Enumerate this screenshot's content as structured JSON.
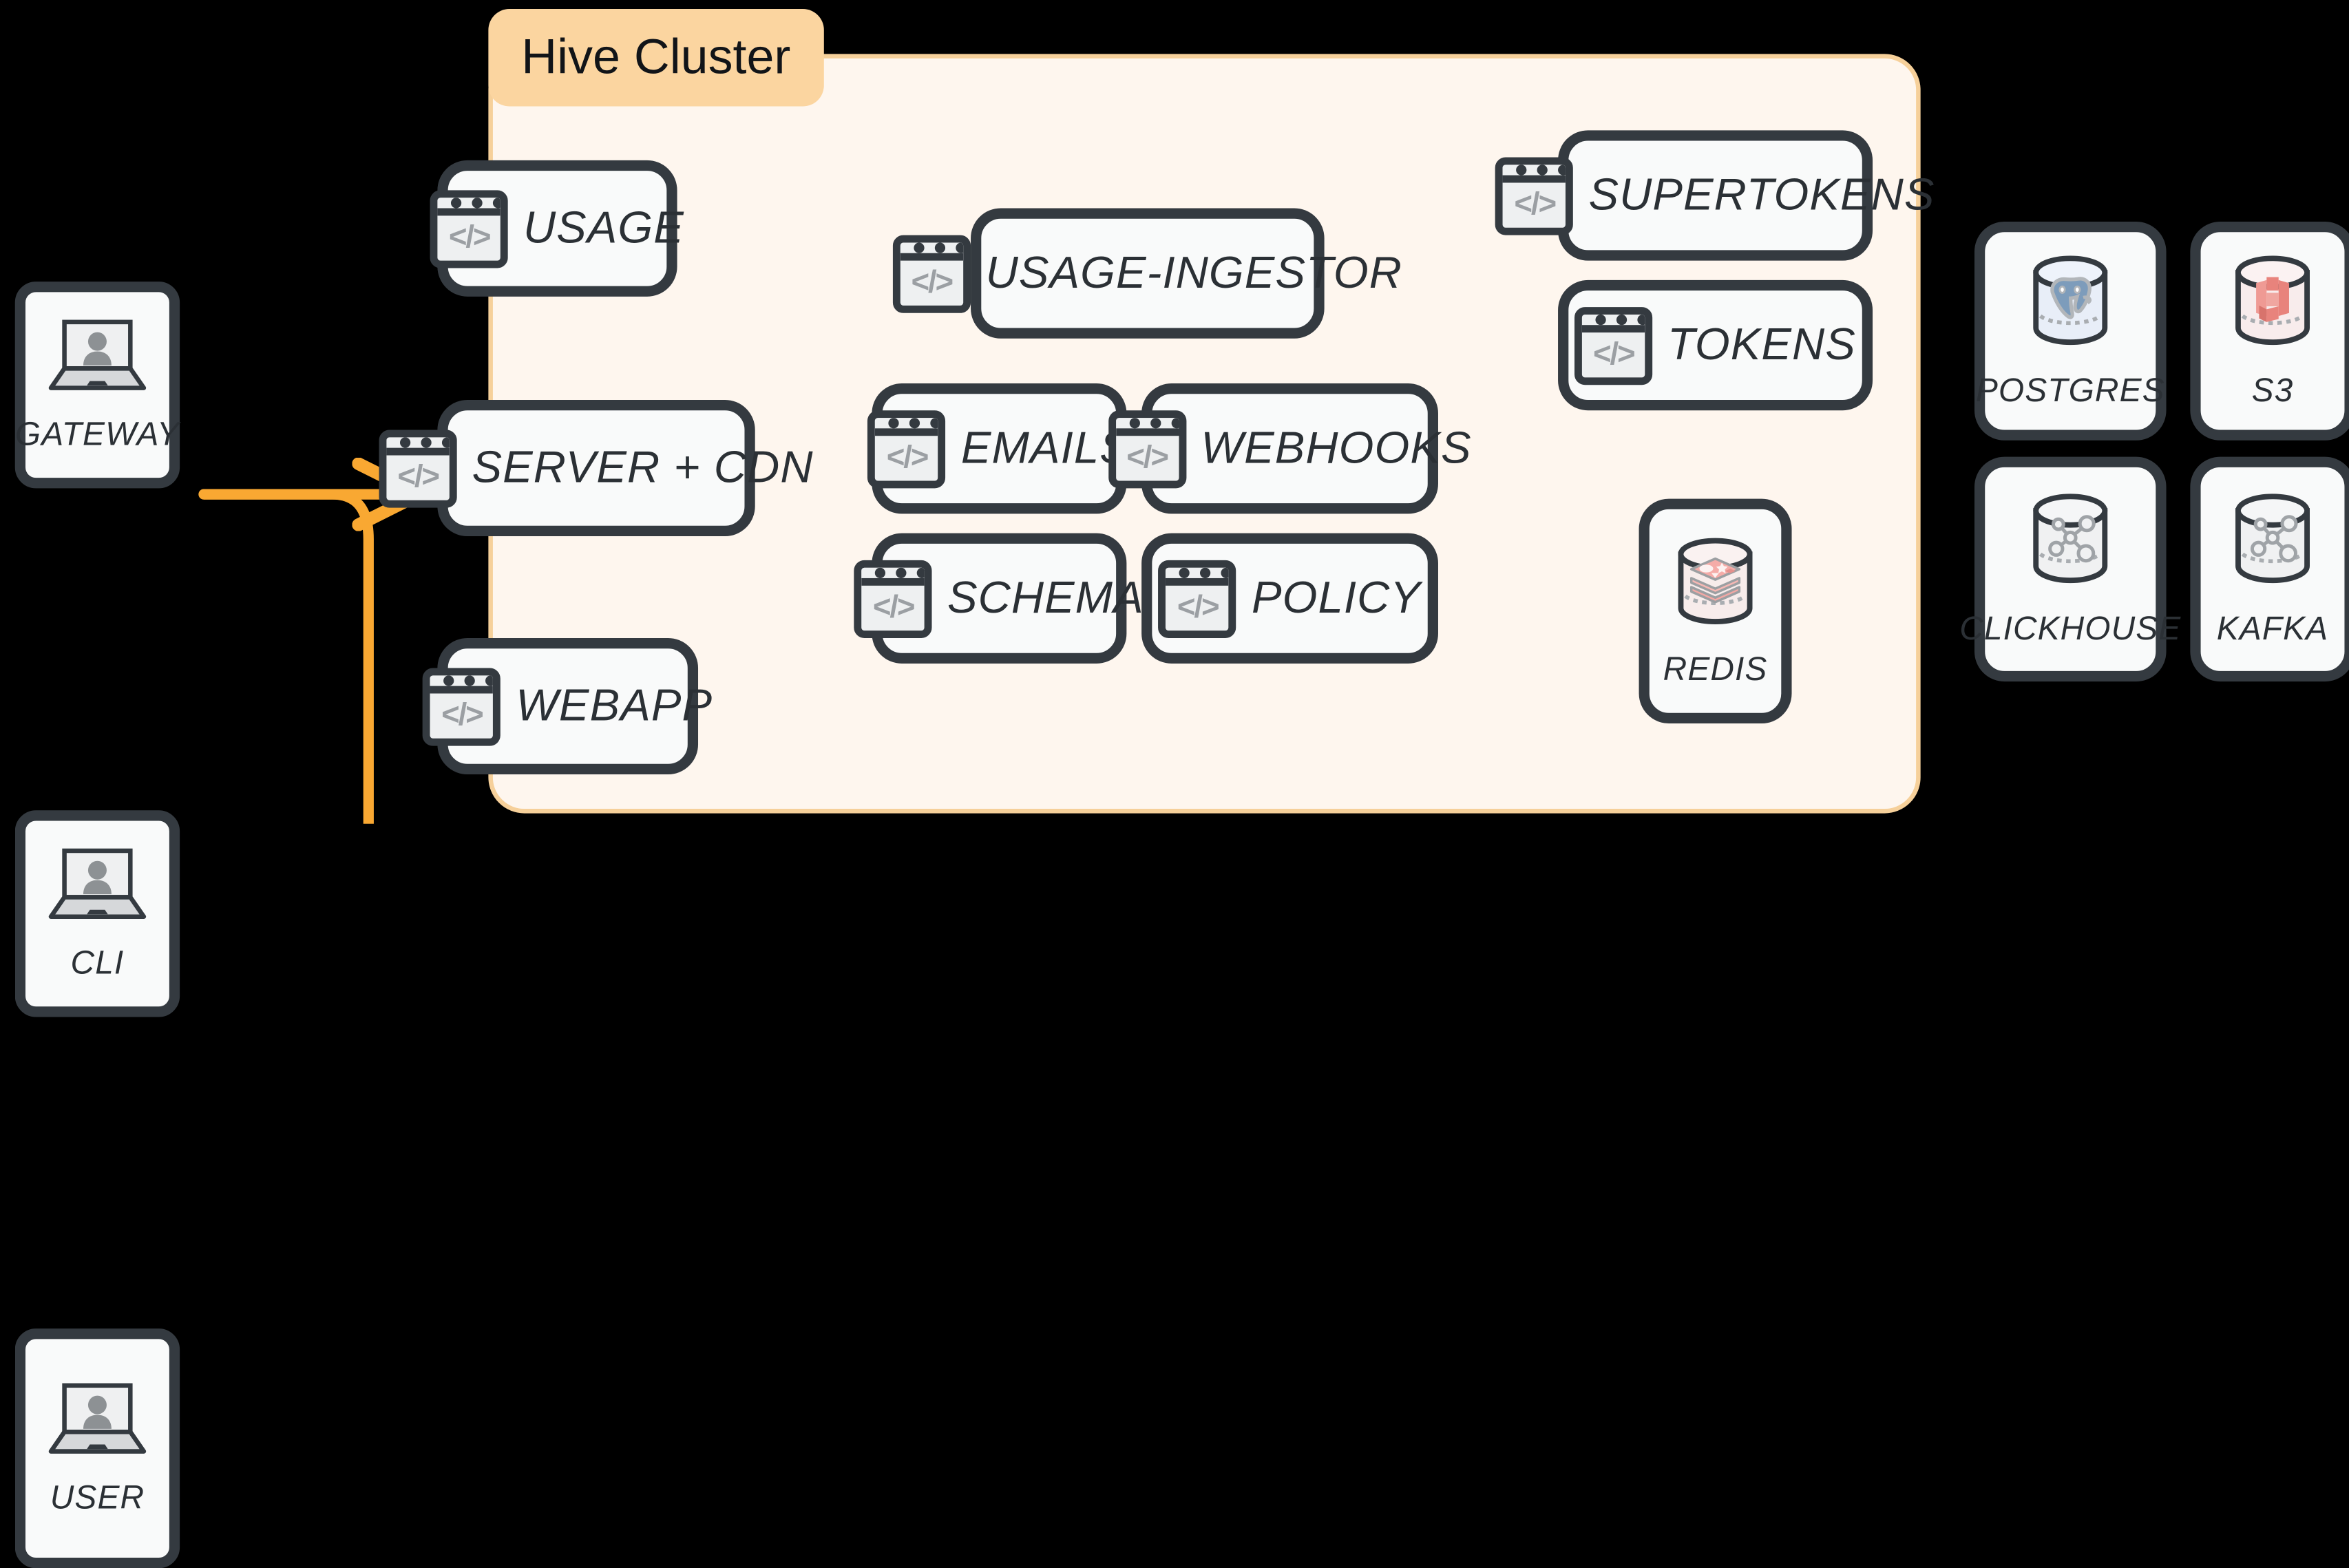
{
  "cluster": {
    "badge_label": "Hive Cluster",
    "badge_bg": "#fbd5a0",
    "panel_bg": "#fef6ee",
    "panel_border": "#f6d09a"
  },
  "canvas": {
    "background": "#000000"
  },
  "clients": [
    {
      "label": "GATEWAY",
      "icon": "laptop-user-icon"
    },
    {
      "label": "CLI",
      "icon": "laptop-user-icon"
    },
    {
      "label": "USER",
      "icon": "laptop-user-icon"
    }
  ],
  "edge_services": [
    {
      "label": "USAGE",
      "icon": "code-window-icon"
    },
    {
      "label": "SERVER + CDN",
      "icon": "code-window-icon"
    },
    {
      "label": "WEBAPP",
      "icon": "code-window-icon"
    }
  ],
  "center_services": [
    {
      "label": "USAGE-INGESTOR",
      "icon": "code-window-icon"
    },
    {
      "label": "EMAILS",
      "icon": "code-window-icon"
    },
    {
      "label": "WEBHOOKS",
      "icon": "code-window-icon"
    },
    {
      "label": "SCHEMA",
      "icon": "code-window-icon"
    },
    {
      "label": "POLICY",
      "icon": "code-window-icon"
    }
  ],
  "auth_services": [
    {
      "label": "SUPERTOKENS",
      "icon": "code-window-icon"
    },
    {
      "label": "TOKENS",
      "icon": "code-window-icon"
    }
  ],
  "cluster_datastores": [
    {
      "label": "REDIS",
      "icon": "redis-cylinder-icon"
    }
  ],
  "external_datastores": [
    {
      "label": "POSTGRES",
      "icon": "postgres-cylinder-icon"
    },
    {
      "label": "S3",
      "icon": "s3-cylinder-icon"
    },
    {
      "label": "CLICKHOUSE",
      "icon": "graph-cylinder-icon"
    },
    {
      "label": "KAFKA",
      "icon": "graph-cylinder-icon"
    }
  ],
  "connections": [
    {
      "from": "GATEWAY",
      "to": "USAGE",
      "color": "#f9a832",
      "name": "gateway-to-usage"
    },
    {
      "from": "GATEWAY",
      "to": "SERVER + CDN",
      "color": "#f9a832",
      "name": "gateway-to-server-cdn"
    },
    {
      "from": "CLI",
      "to": "SERVER + CDN",
      "color": "#bfe0f8",
      "name": "cli-to-server-cdn"
    },
    {
      "from": "USER",
      "to": "SERVER + CDN",
      "color": "#18a558",
      "name": "user-to-server-cdn"
    },
    {
      "from": "USER",
      "to": "WEBAPP",
      "color": "#18a558",
      "name": "user-to-webapp"
    }
  ],
  "icon_glyph": {
    "code": "</>"
  }
}
